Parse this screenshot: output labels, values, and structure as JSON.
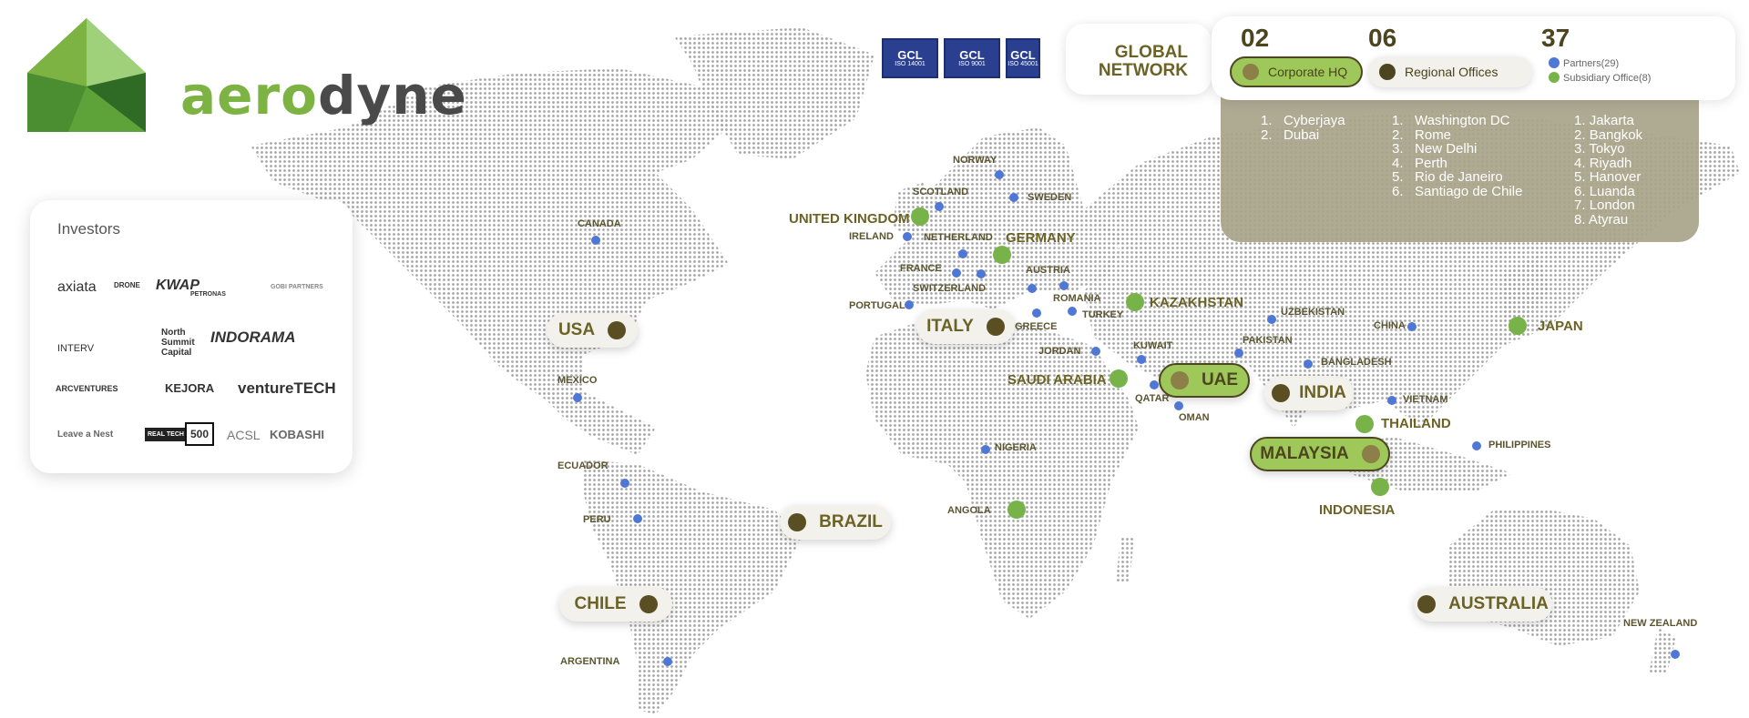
{
  "brand": {
    "name_part1": "aero",
    "name_part2": "dyne",
    "green": "#7cb342",
    "dark_green": "#3e7b2a"
  },
  "certifications": [
    {
      "label": "GCL",
      "sub": "ISO 14001"
    },
    {
      "label": "GCL",
      "sub": "ISO 9001"
    },
    {
      "label": "GCL",
      "sub": "ISO 45001"
    }
  ],
  "investors": {
    "title": "Investors",
    "logos": [
      "axiata",
      "DRONE",
      "KWAP",
      "PETRONAS",
      "GOBI PARTNERS",
      "INTERV",
      "North Summit Capital",
      "INDORAMA",
      "ARCVENTURES",
      "KEJORA",
      "ventureTECH",
      "Leave a Nest",
      "REAL TECH",
      "500",
      "ACSL",
      "KOBASHI"
    ]
  },
  "global_network": {
    "title_line1": "GLOBAL",
    "title_line2": "NETWORK",
    "corporate": {
      "count": "02",
      "label": "Corporate HQ",
      "items": [
        "Cyberjaya",
        "Dubai"
      ]
    },
    "regional": {
      "count": "06",
      "label": "Regional Offices",
      "items": [
        "Washington DC",
        "Rome",
        "New Delhi",
        "Perth",
        "Rio de Janeiro",
        "Santiago de Chile"
      ]
    },
    "partners": {
      "count": "37",
      "partners_label": "Partners(29)",
      "subsidiary_label": "Subsidiary Office(8)",
      "items": [
        "Jakarta",
        "Bangkok",
        "Tokyo",
        "Riyadh",
        "Hanover",
        "Luanda",
        "London",
        "Atyrau"
      ]
    }
  },
  "highlight_pills": {
    "usa": "USA",
    "italy": "ITALY",
    "uae": "UAE",
    "india": "INDIA",
    "malaysia": "MALAYSIA",
    "brazil": "BRAZIL",
    "chile": "CHILE",
    "australia": "AUSTRALIA"
  },
  "subsidiary_labels": {
    "uk": "UNITED KINGDOM",
    "germany": "GERMANY",
    "kazakhstan": "KAZAKHSTAN",
    "japan": "JAPAN",
    "saudi": "SAUDI ARABIA",
    "thailand": "THAILAND",
    "indonesia": "INDONESIA"
  },
  "partner_labels": {
    "canada": "CANADA",
    "mexico": "MEXICO",
    "ecuador": "ECUADOR",
    "peru": "PERU",
    "argentina": "ARGENTINA",
    "norway": "NORWAY",
    "scotland": "SCOTLAND",
    "sweden": "SWEDEN",
    "ireland": "IRELAND",
    "netherland": "NETHERLAND",
    "france": "FRANCE",
    "austria": "AUSTRIA",
    "switzerland": "SWITZERLAND",
    "romania": "ROMANIA",
    "portugal": "PORTUGAL",
    "turkey": "TURKEY",
    "greece": "GREECE",
    "jordan": "JORDAN",
    "kuwait": "KUWAIT",
    "qatar": "QATAR",
    "oman": "OMAN",
    "uzbekistan": "UZBEKISTAN",
    "pakistan": "PAKISTAN",
    "china": "CHINA",
    "bangladesh": "BANGLADESH",
    "vietnam": "VIETNAM",
    "philippines": "PHILIPPINES",
    "nigeria": "NIGERIA",
    "angola": "ANGOLA",
    "newzealand": "NEW ZEALAND"
  },
  "colors": {
    "olive": "#6b6225",
    "olive_dark": "#4d4520",
    "pill_green": "#9ec85a",
    "partner_blue": "#4f78d6",
    "subsidiary_green": "#78b34a",
    "panel": "#a8a48a"
  }
}
